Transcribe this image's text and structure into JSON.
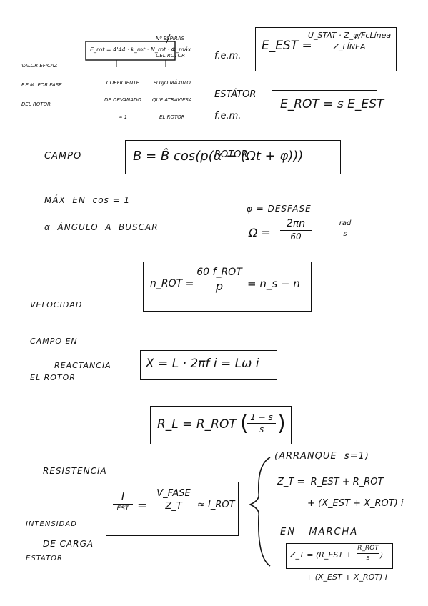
{
  "fem_rotor_small": {
    "left_label": [
      "VALOR EFICAZ",
      "F.E.M. POR FASE",
      "DEL ROTOR"
    ],
    "top_annotation": [
      "Nº ESPIRAS",
      "DEL ROTOR"
    ],
    "formula": "E_rot = 4'44 · k_rot · N_rot · Φ_máx",
    "bottom_left_annotation": [
      "COEFICIENTE",
      "DE DEVANADO",
      "≈ 1"
    ],
    "bottom_right_annotation": [
      "FLUJO MÁXIMO",
      "QUE ATRAVIESA",
      "EL ROTOR"
    ]
  },
  "fem_estator": {
    "label": [
      "f.e.m.",
      "ESTÁTOR"
    ],
    "lhs": "E_EST =",
    "numerator": "U_STAT · Z_ψ/FcLínea",
    "denominator": "Z_LÍNEA"
  },
  "fem_rotor": {
    "label": [
      "f.e.m.",
      "ROTOR"
    ],
    "formula": "E_ROT = s E_EST"
  },
  "campo": {
    "label": "CAMPO",
    "formula": "B = B̂ cos(p(α − (Ωt + φ)))"
  },
  "campo_notes": {
    "line1": "MÁX  EN  cos = 1",
    "line2": "α  ÁNGULO  A  BUSCAR",
    "phi_note": "φ = DESFASE",
    "omega_lhs": "Ω =",
    "omega_num": "2πn",
    "omega_den": "60",
    "unit_num": "rad",
    "unit_den": "s"
  },
  "velocidad": {
    "label": [
      "VELOCIDAD",
      "CAMPO EN",
      "EL ROTOR"
    ],
    "lhs": "n_ROT =",
    "numerator": "60 f_ROT",
    "denominator": "p",
    "rhs": "= n_s − n"
  },
  "reactancia": {
    "label": "REACTANCIA",
    "formula": "X = L · 2πf i = Lω i"
  },
  "resistencia": {
    "label": [
      "RESISTENCIA",
      "DE CARGA"
    ],
    "lhs": "R_L = R_ROT",
    "numerator": "1 − s",
    "denominator": "s"
  },
  "intensidad": {
    "label": [
      "INTENSIDAD",
      "ESTATOR"
    ],
    "lhs_num": "I",
    "lhs_den": "EST",
    "mid_num": "V_FASE",
    "mid_den": "Z_T",
    "approx": "≈ I_ROT"
  },
  "arranque": {
    "title": "(ARRANQUE  s=1)",
    "line1": "Z_T =  R_EST + R_ROT",
    "line2": "+ (X_EST + X_ROT) i"
  },
  "marcha": {
    "title": "EN   MARCHA",
    "lhs": "Z_T = (R_EST +",
    "frac_num": "R_ROT",
    "frac_den": "s",
    "close": ")",
    "line2": "+ (X_EST + X_ROT) i"
  }
}
